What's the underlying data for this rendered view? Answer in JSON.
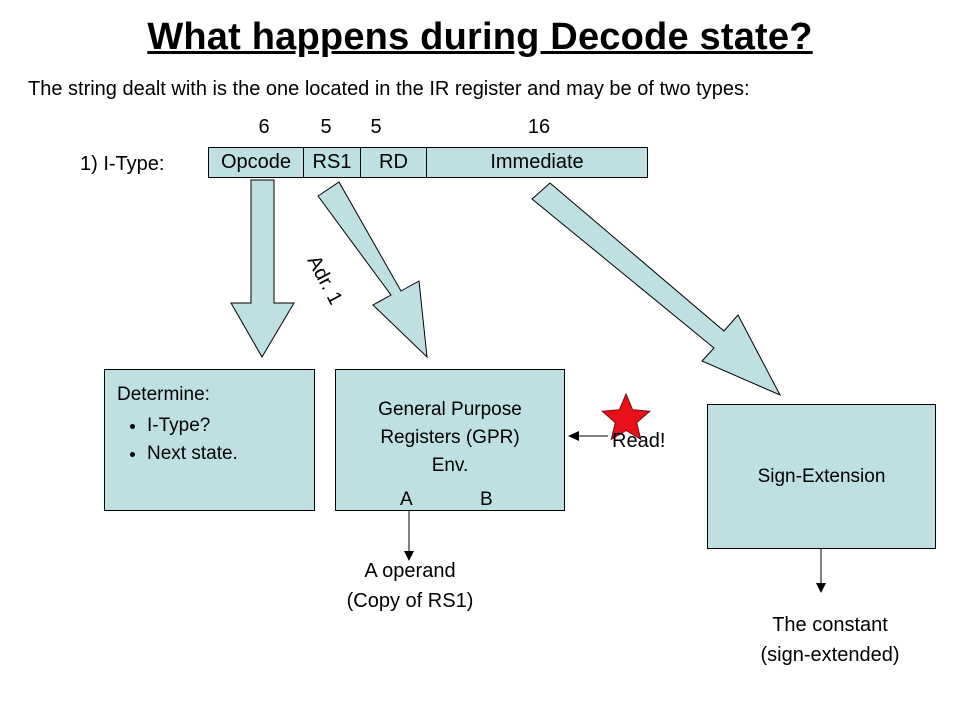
{
  "title": "What happens during Decode state?",
  "subtitle": "The string dealt with is the one located in the IR register and may be of two types:",
  "bit_widths": [
    "6",
    "5",
    "5",
    "16"
  ],
  "instruction": {
    "label": "1) I-Type:",
    "fields": [
      "Opcode",
      "RS1",
      "RD",
      "Immediate"
    ]
  },
  "arrow_label": "Adr. 1",
  "determine_box": {
    "heading": "Determine:",
    "items": [
      "I-Type?",
      "Next state."
    ]
  },
  "gpr_box": {
    "line1": "General Purpose",
    "line2": "Registers (GPR)",
    "line3": "Env.",
    "port_a": "A",
    "port_b": "B"
  },
  "read_label": "Read!",
  "sign_extension": "Sign-Extension",
  "a_operand": {
    "line1": "A operand",
    "line2": "(Copy of RS1)"
  },
  "constant": {
    "line1": "The constant",
    "line2": "(sign-extended)"
  },
  "colors": {
    "box_fill": "#bfe0e2",
    "star": "#e8101a"
  }
}
